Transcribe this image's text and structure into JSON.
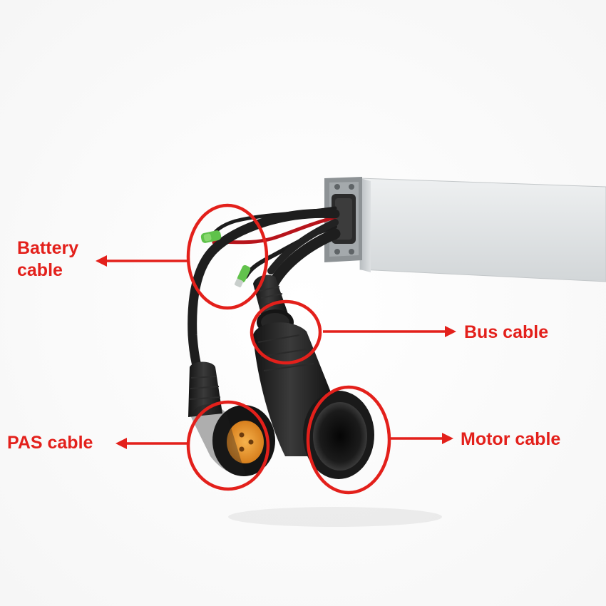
{
  "annotations": [
    {
      "id": "battery",
      "lines": [
        "Battery",
        "cable"
      ]
    },
    {
      "id": "bus",
      "text": "Bus cable"
    },
    {
      "id": "pas",
      "text": "PAS cable"
    },
    {
      "id": "motor",
      "text": "Motor cable"
    }
  ],
  "colors": {
    "annotation": "#e3201b",
    "background": "#ffffff",
    "cable": "#1c1c1c",
    "controller_body": "#d9dcdd",
    "controller_plate": "#8e9396",
    "pas_connector": "#f0a23a",
    "terminal": "#5fc24a",
    "red_wire": "#c0161d"
  }
}
